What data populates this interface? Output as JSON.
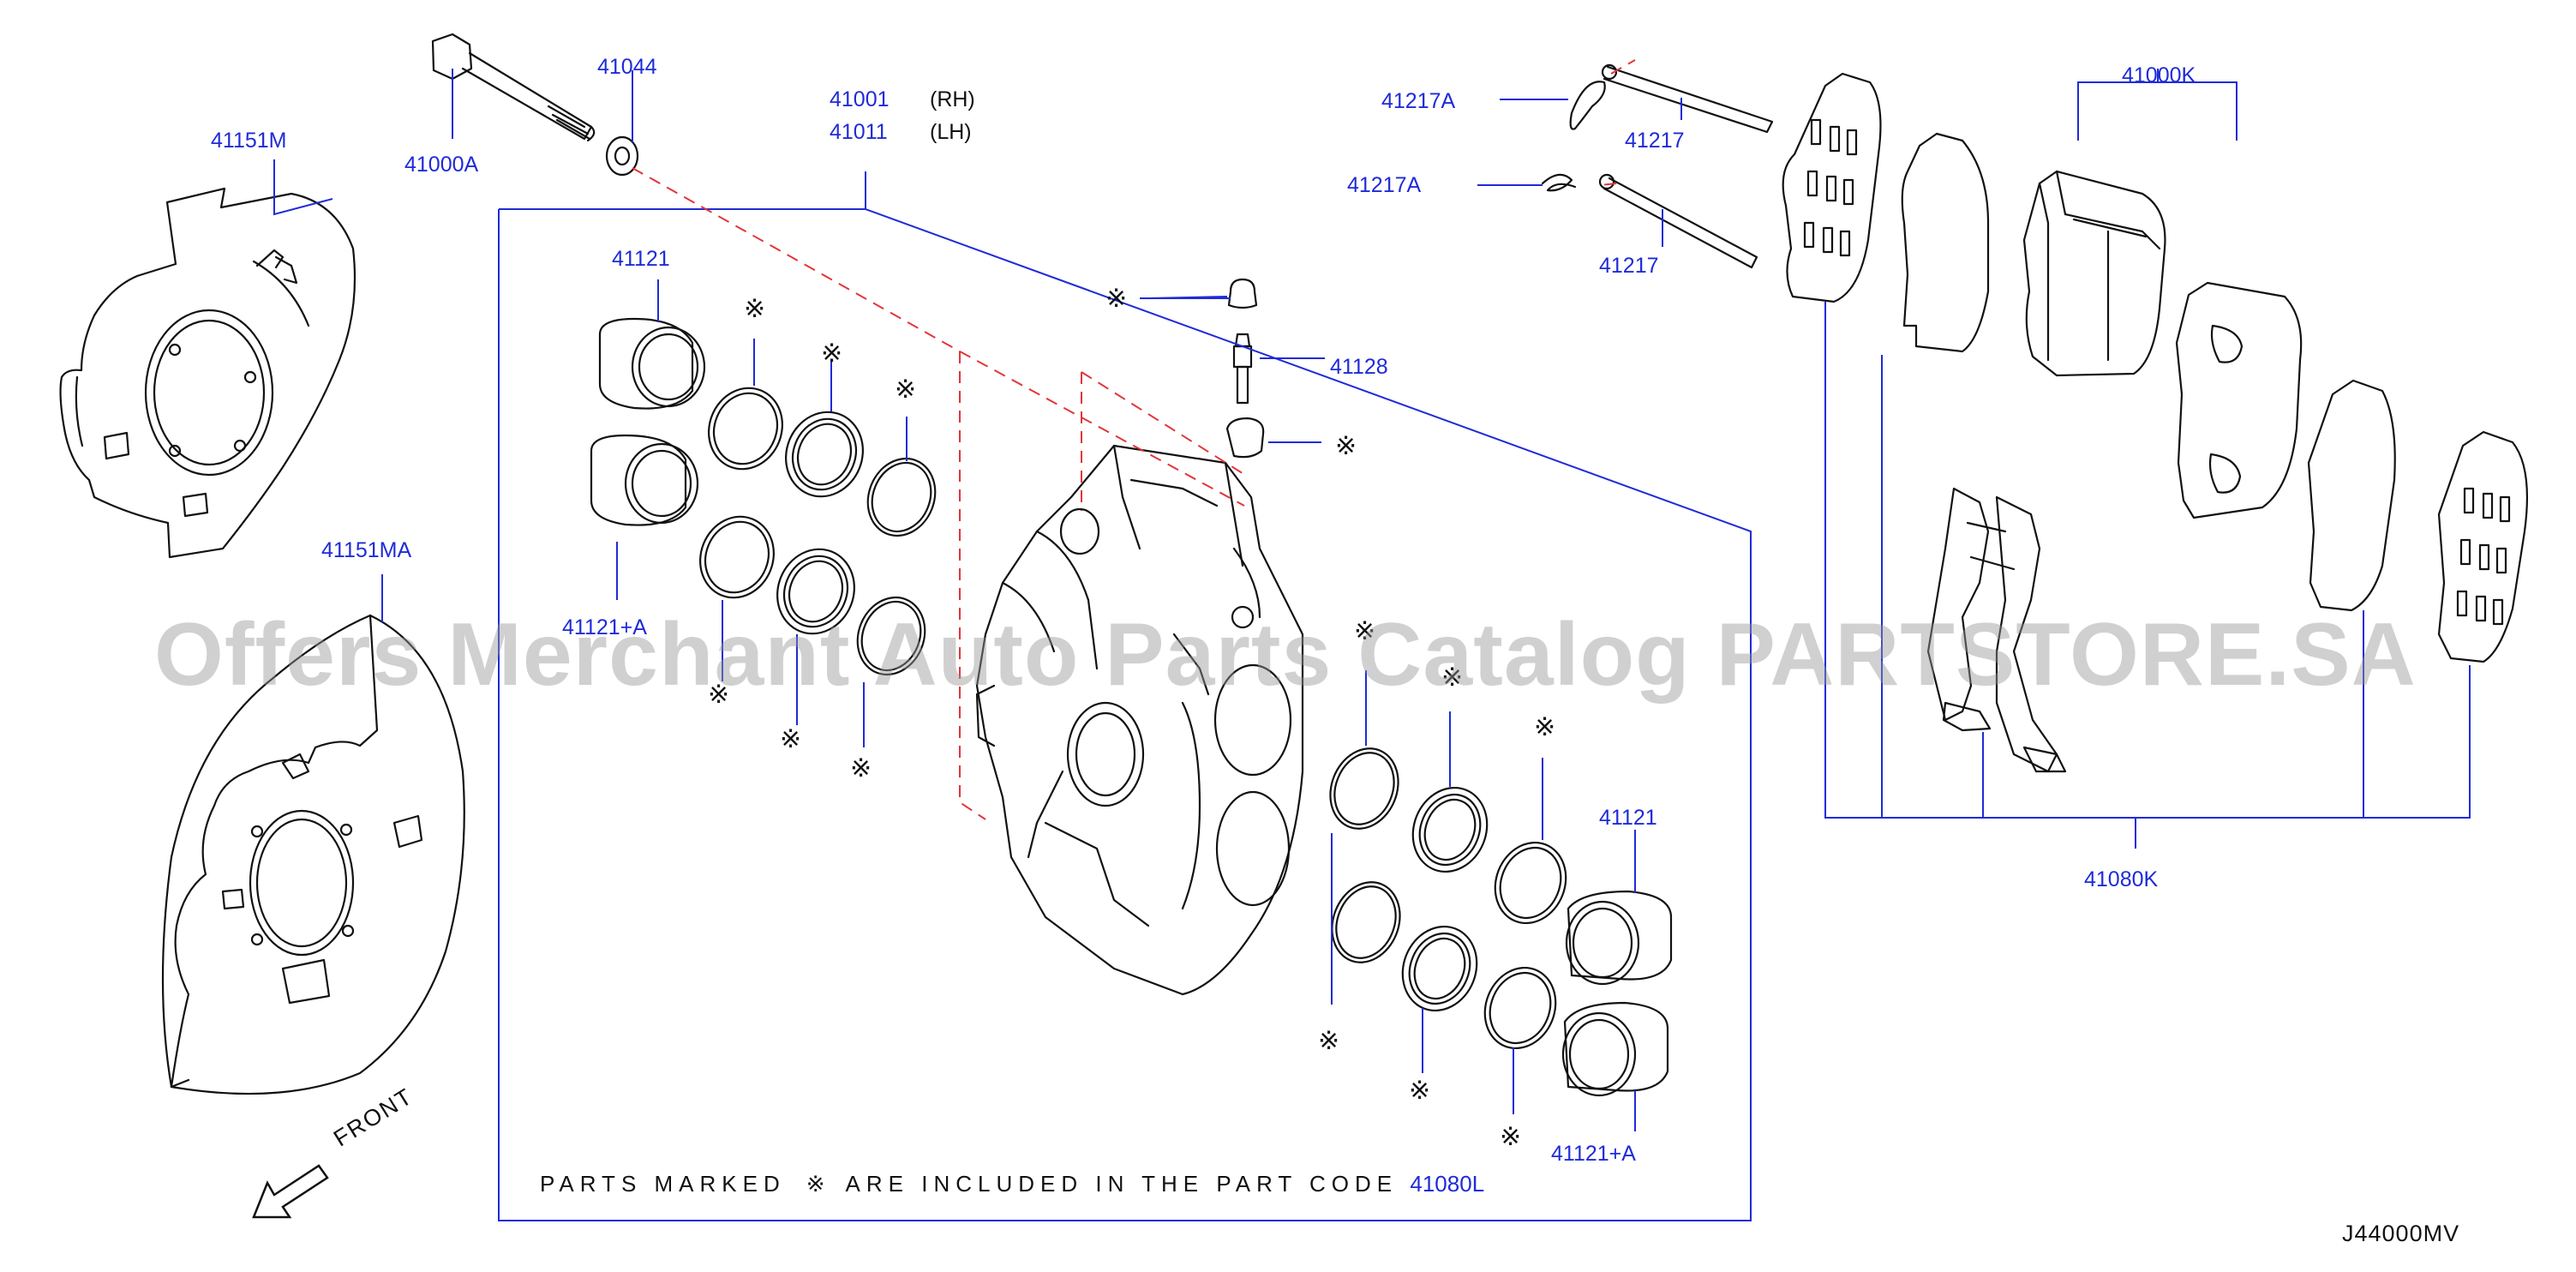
{
  "diagram": {
    "code": "J44000MV",
    "front_label": "FRONT",
    "note": {
      "before": "PARTS MARKED",
      "symbol": "※",
      "after": "ARE INCLUDED IN THE PART CODE",
      "code": "41080L"
    },
    "watermark": "Offers Merchant Auto Parts Catalog PARTSTORE.SA",
    "caliper_parts": {
      "rh": {
        "number": "41001",
        "side": "(RH)"
      },
      "lh": {
        "number": "41011",
        "side": "(LH)"
      }
    },
    "callouts": {
      "bolt": "41000A",
      "washer": "41044",
      "splash_guard_upper": "41151M",
      "splash_guard_lower": "41151MA",
      "piston_upper_left": "41121",
      "piston_lower_left": "41121+A",
      "bleeder": "41128",
      "piston_upper_right": "41121",
      "piston_lower_right": "41121+A",
      "clip_upper": "41217A",
      "clip_lower": "41217A",
      "pin_upper": "41217",
      "pin_lower": "41217",
      "pad_kit": "41000K",
      "hardware_kit": "41080K"
    },
    "included_symbol": "※"
  }
}
